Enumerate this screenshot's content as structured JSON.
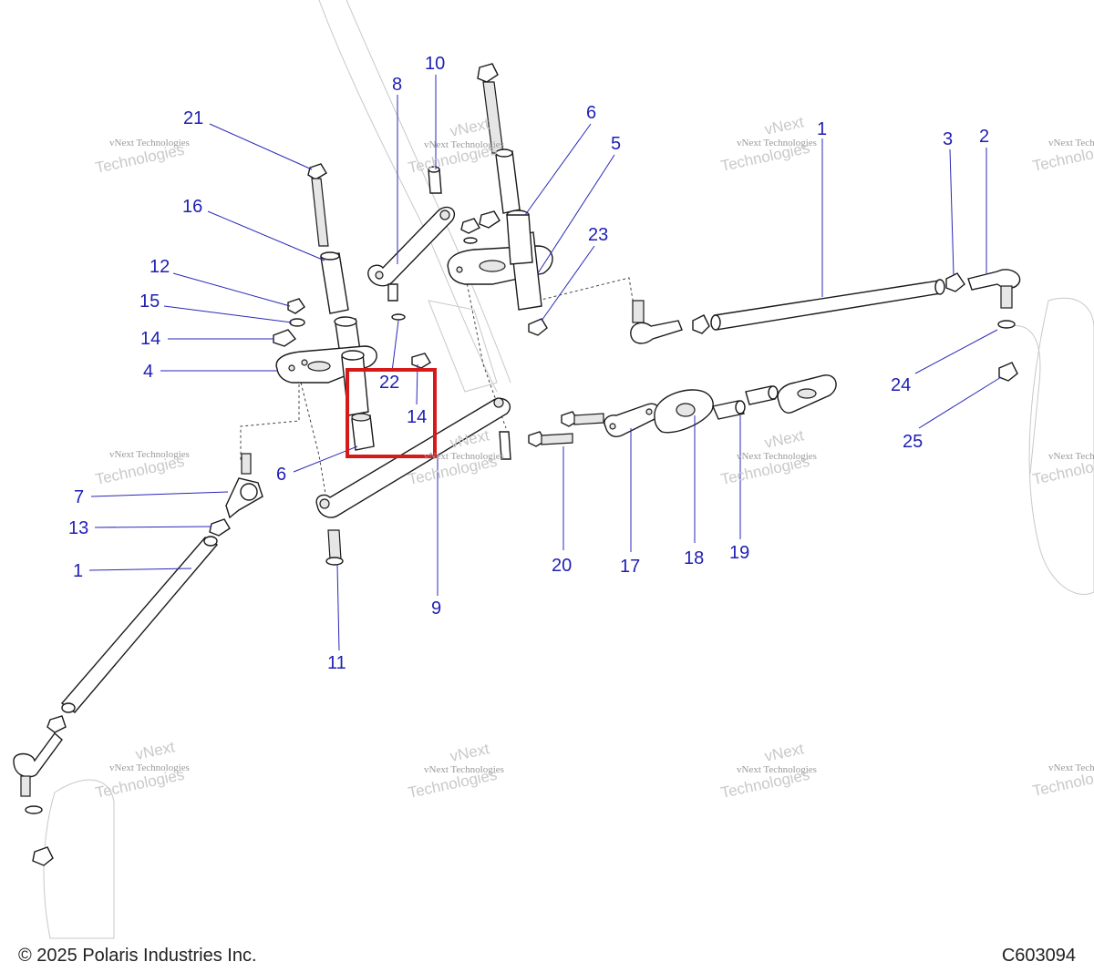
{
  "diagram": {
    "callouts": [
      {
        "id": "c21",
        "text": "21"
      },
      {
        "id": "c16",
        "text": "16"
      },
      {
        "id": "c12",
        "text": "12"
      },
      {
        "id": "c15",
        "text": "15"
      },
      {
        "id": "c14a",
        "text": "14"
      },
      {
        "id": "c4",
        "text": "4"
      },
      {
        "id": "c22",
        "text": "22"
      },
      {
        "id": "c14b",
        "text": "14"
      },
      {
        "id": "c6a",
        "text": "6"
      },
      {
        "id": "c7",
        "text": "7"
      },
      {
        "id": "c13",
        "text": "13"
      },
      {
        "id": "c1a",
        "text": "1"
      },
      {
        "id": "c11",
        "text": "11"
      },
      {
        "id": "c9",
        "text": "9"
      },
      {
        "id": "c8",
        "text": "8"
      },
      {
        "id": "c10",
        "text": "10"
      },
      {
        "id": "c6b",
        "text": "6"
      },
      {
        "id": "c5",
        "text": "5"
      },
      {
        "id": "c23",
        "text": "23"
      },
      {
        "id": "c1b",
        "text": "1"
      },
      {
        "id": "c3",
        "text": "3"
      },
      {
        "id": "c2",
        "text": "2"
      },
      {
        "id": "c24",
        "text": "24"
      },
      {
        "id": "c25",
        "text": "25"
      },
      {
        "id": "c20",
        "text": "20"
      },
      {
        "id": "c17",
        "text": "17"
      },
      {
        "id": "c18",
        "text": "18"
      },
      {
        "id": "c19",
        "text": "19"
      }
    ],
    "watermark": {
      "line1": "vNext Technologies",
      "line2": "vNext",
      "line3": "Technologies"
    },
    "highlight_color": "#d61a1a",
    "callout_color": "#1f1fb4"
  },
  "footer": {
    "copyright": "© 2025 Polaris Industries Inc.",
    "code": "C603094"
  }
}
